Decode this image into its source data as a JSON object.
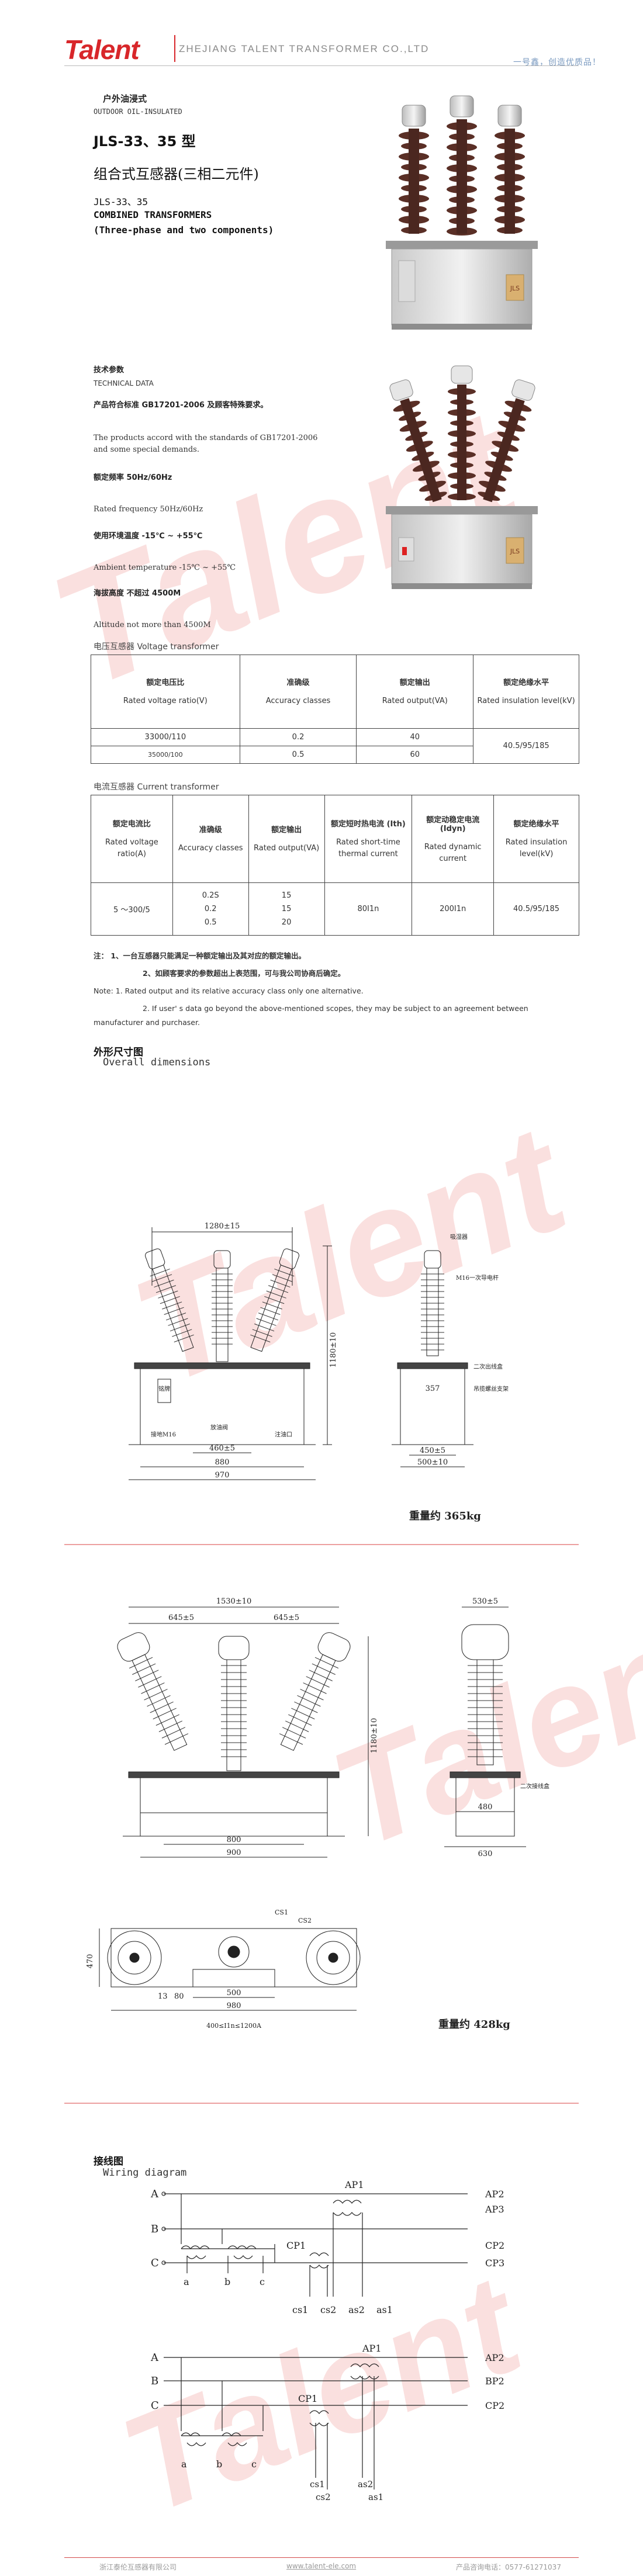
{
  "header": {
    "logo": "Talent",
    "company": "ZHEJIANG TALENT TRANSFORMER CO.,LTD",
    "slogan": "一号鑫，创造优质品！"
  },
  "watermark": {
    "text": "Talent"
  },
  "product": {
    "type_cn": "户外油浸式",
    "type_en": "OUTDOOR OIL-INSULATED",
    "model": "JLS-33、35 型",
    "name_cn": "组合式互感器(三相二元件)",
    "model_en": "JLS-33、35",
    "name_en_1": "COMBINED TRANSFORMERS",
    "name_en_2": "(Three-phase and two components)",
    "nameplate": "JLS"
  },
  "tech": {
    "title_cn": "技术参数",
    "title_en": "TECHNICAL DATA",
    "standard_cn": "产品符合标准 GB17201-2006 及顾客特殊要求。",
    "standard_en_1": "The products accord with the standards of GB17201-2006",
    "standard_en_2": "and some special demands.",
    "freq_cn": "额定频率 50Hz/60Hz",
    "freq_en": "Rated frequency  50Hz/60Hz",
    "temp_cn": "使用环境温度 -15℃ ~ +55℃",
    "temp_en": "Ambient temperature  -15℃ ~ +55℃",
    "alt_cn": "海拔高度 不超过 4500M",
    "alt_en": "Altitude not more than 4500M"
  },
  "vt_table": {
    "caption": "电压互感器 Voltage transformer",
    "headers": [
      {
        "cn": "额定电压比",
        "en": "Rated voltage ratio(V)"
      },
      {
        "cn": "准确级",
        "en": "Accuracy classes"
      },
      {
        "cn": "额定输出",
        "en": "Rated output(VA)"
      },
      {
        "cn": "额定绝缘水平",
        "en": "Rated insulation level(kV)"
      }
    ],
    "rows": [
      [
        "33000/110",
        "0.2",
        "40"
      ],
      [
        "35000/100",
        "0.5",
        "60"
      ]
    ],
    "insulation": "40.5/95/185"
  },
  "ct_table": {
    "caption": "电流互感器 Current transformer",
    "headers": [
      {
        "cn": "额定电流比",
        "en": "Rated voltage ratio(A)"
      },
      {
        "cn": "准确级",
        "en": "Accuracy classes"
      },
      {
        "cn": "额定输出",
        "en": "Rated output(VA)"
      },
      {
        "cn": "额定短时热电流 (Ith)",
        "en": "Rated short-time thermal current"
      },
      {
        "cn": "额定动稳定电流 (Idyn)",
        "en": "Rated dynamic current"
      },
      {
        "cn": "额定绝缘水平",
        "en": "Rated insulation level(kV)"
      }
    ],
    "ratio": "5 ～300/5",
    "classes": [
      "0.2S",
      "0.2",
      "0.5"
    ],
    "outputs": [
      "15",
      "15",
      "20"
    ],
    "ith": "80I1n",
    "idyn": "200I1n",
    "insulation": "40.5/95/185"
  },
  "notes": {
    "cn_1": "注：  1、一台互感器只能满足一种额定输出及其对应的额定输出。",
    "cn_2": "2、如顾客要求的参数超出上表范围，可与我公司协商后确定。",
    "en_1": "Note: 1. Rated output and its relative accuracy class only one alternative.",
    "en_2": "2. If user' s data go beyond the above-mentioned scopes, they may be subject to an agreement between",
    "en_3": "manufacturer and purchaser."
  },
  "outline": {
    "title_cn": "外形尺寸图",
    "title_en": "Overall dimensions",
    "d1": {
      "top": "1280±15",
      "height": "1180±10",
      "base1": "460±5",
      "base2": "880",
      "base3": "970",
      "side_top": "357",
      "side_b1": "450±5",
      "side_b2": "500±10",
      "lab1": "铭牌",
      "lab2": "接地M16",
      "lab3": "放油阀",
      "lab4": "注油口",
      "lab5": "M16一次导电杆",
      "lab6": "二次出线盒",
      "lab7": "吊揽螺丝支架",
      "lab8": "吸湿器",
      "weight": "重量约 365kg"
    },
    "d2": {
      "top": "1530±10",
      "sp1": "645±5",
      "sp2": "645±5",
      "height": "1180±10",
      "b1": "800",
      "b2": "900",
      "side_top": "530±5",
      "side_b1": "480",
      "side_b2": "630",
      "lab": "二次接线盒",
      "plan_w1": "500",
      "plan_w2": "980",
      "plan_h": "470",
      "plan_r": "13",
      "plan_b": "80",
      "cs1": "CS1",
      "cs2": "CS2",
      "rng": "400≤I1n≤1200A",
      "weight": "重量约 428kg"
    }
  },
  "wiring": {
    "title_cn": "接线图",
    "title_en": "Wiring diagram",
    "d1": {
      "A": "A",
      "B": "B",
      "C": "C",
      "AP1": "AP1",
      "AP2": "AP2",
      "AP3": "AP3",
      "CP1": "CP1",
      "CP2": "CP2",
      "CP3": "CP3",
      "a": "a",
      "b": "b",
      "c": "c",
      "cs1": "cs1",
      "cs2": "cs2",
      "as2": "as2",
      "as1": "as1"
    },
    "d2": {
      "A": "A",
      "B": "B",
      "C": "C",
      "AP1": "AP1",
      "AP2": "AP2",
      "BP2": "BP2",
      "CP1": "CP1",
      "CP2": "CP2",
      "a": "a",
      "b": "b",
      "c": "c",
      "cs1": "cs1",
      "cs2": "cs2",
      "as2": "as2",
      "as1": "as1"
    }
  },
  "footer": {
    "left": "浙江泰伦互感器有限公司",
    "mid": "www.talent-ele.com",
    "right": "产品咨询电话：0577-61271037"
  }
}
